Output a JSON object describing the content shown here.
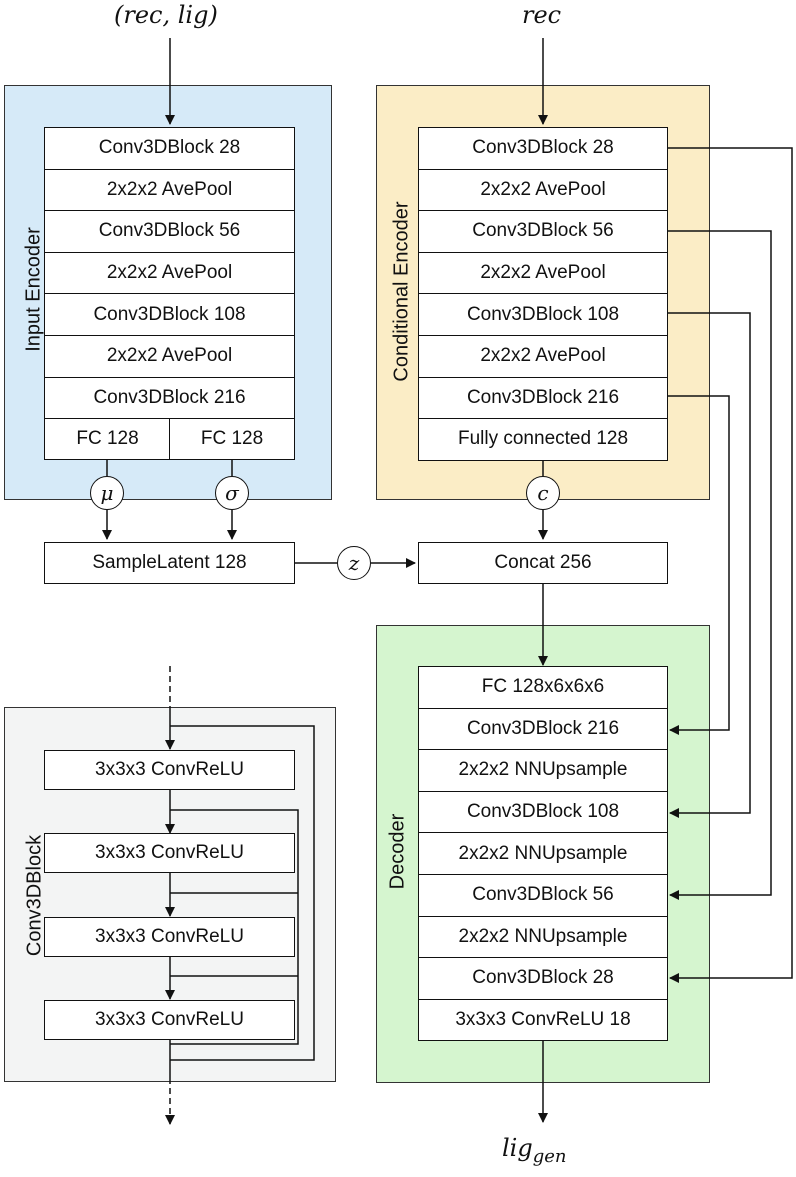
{
  "top_inputs": {
    "input_encoder": "(rec, lig)",
    "conditional_encoder": "rec"
  },
  "output_label": {
    "base": "lig",
    "subscript": "gen"
  },
  "input_encoder": {
    "label": "Input Encoder",
    "color": "#d6eaf8",
    "rows": [
      "Conv3DBlock 28",
      "2x2x2 AvePool",
      "Conv3DBlock 56",
      "2x2x2 AvePool",
      "Conv3DBlock 108",
      "2x2x2 AvePool",
      "Conv3DBlock 216"
    ],
    "fc_left": "FC 128",
    "fc_right": "FC 128"
  },
  "conditional_encoder": {
    "label": "Conditional Encoder",
    "color": "#fbedc6",
    "rows": [
      "Conv3DBlock 28",
      "2x2x2 AvePool",
      "Conv3DBlock 56",
      "2x2x2 AvePool",
      "Conv3DBlock 108",
      "2x2x2 AvePool",
      "Conv3DBlock 216",
      "Fully connected 128"
    ]
  },
  "symbols": {
    "mu": "μ",
    "sigma": "σ",
    "c": "c",
    "z": "z"
  },
  "sample_latent": "SampleLatent 128",
  "concat": "Concat 256",
  "decoder": {
    "label": "Decoder",
    "color": "#d5f5cf",
    "rows": [
      "FC 128x6x6x6",
      "Conv3DBlock 216",
      "2x2x2 NNUpsample",
      "Conv3DBlock 108",
      "2x2x2 NNUpsample",
      "Conv3DBlock 56",
      "2x2x2 NNUpsample",
      "Conv3DBlock 28",
      "3x3x3 ConvReLU 18"
    ]
  },
  "conv3dblock": {
    "label": "Conv3DBlock",
    "color": "#f3f4f4",
    "layers": [
      "3x3x3 ConvReLU",
      "3x3x3 ConvReLU",
      "3x3x3 ConvReLU",
      "3x3x3 ConvReLU"
    ]
  }
}
